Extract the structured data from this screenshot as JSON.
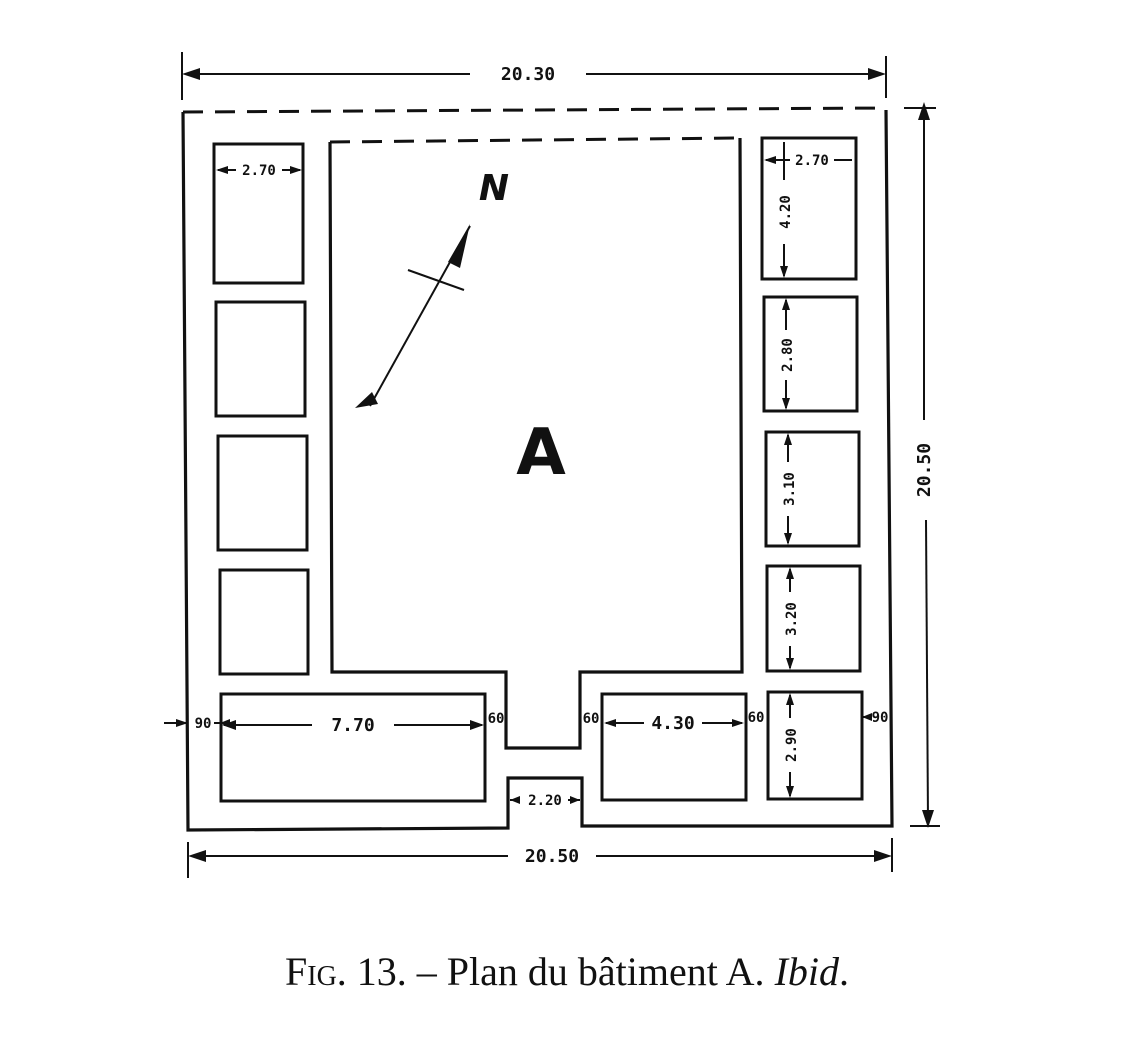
{
  "plan": {
    "building_label": "A",
    "north_label": "N",
    "dimensions": {
      "top_width": "20.30",
      "bottom_width": "20.50",
      "right_height": "20.50",
      "left_room_width": "2.70",
      "right_room_width": "2.70",
      "right_room_1_height": "4.20",
      "right_room_2_height": "2.80",
      "right_room_3_height": "3.10",
      "right_room_4_height": "3.20",
      "right_room_5_height": "2.90",
      "bottom_left_room_width": "7.70",
      "bottom_right_room_width": "4.30",
      "entrance_width": "2.20",
      "left_wall": "90",
      "right_wall": "90",
      "wall_a": "60",
      "wall_b": "60",
      "wall_c": "60"
    }
  },
  "caption": {
    "fig": "Fig.",
    "number": "13.",
    "dash": "–",
    "text": "Plan du bâtiment A.",
    "ibid": "Ibid",
    "end": "."
  }
}
